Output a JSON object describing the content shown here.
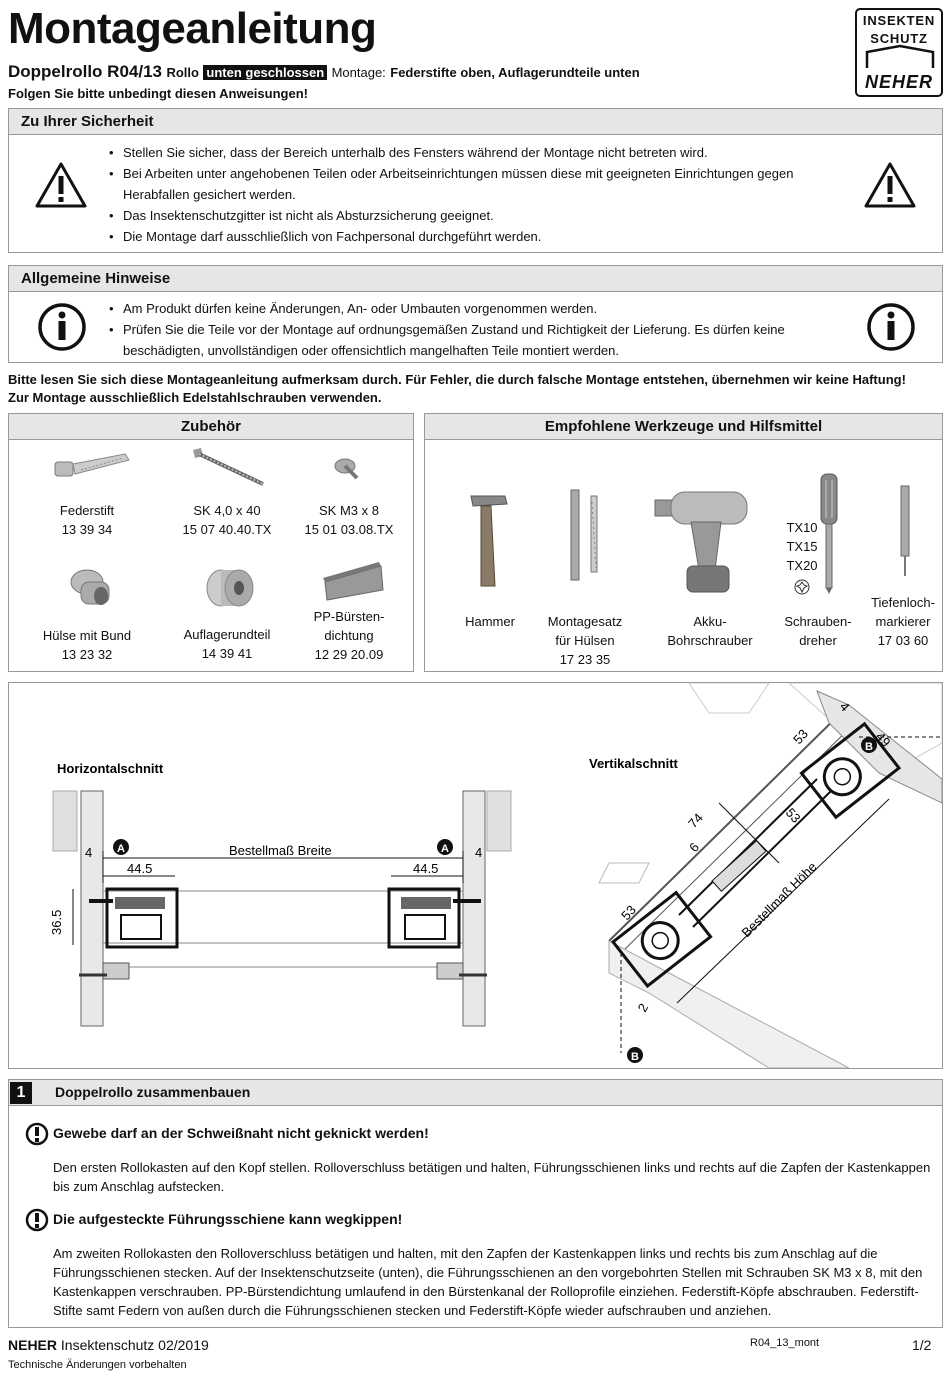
{
  "header": {
    "title": "Montageanleitung",
    "product": "Doppelrollo R04/13",
    "rollo_label": "Rollo",
    "rollo_state": "unten geschlossen",
    "montage_label": "Montage:",
    "montage_value": "Federstifte oben, Auflagerundteile unten",
    "follow": "Folgen Sie bitte unbedingt diesen Anweisungen!"
  },
  "logo": {
    "line1": "INSEKTEN",
    "line2": "SCHUTZ",
    "brand": "NEHER"
  },
  "safety": {
    "title": "Zu Ihrer Sicherheit",
    "items": [
      "Stellen Sie sicher, dass der Bereich unterhalb des Fensters während der Montage nicht betreten wird.",
      "Bei Arbeiten unter angehobenen Teilen oder Arbeitseinrichtungen müssen diese mit geeigneten Einrichtungen gegen Herabfallen gesichert werden.",
      "Das Insektenschutzgitter ist nicht als Absturzsicherung geeignet.",
      "Die Montage darf ausschließlich von Fachpersonal durchgeführt werden."
    ]
  },
  "general": {
    "title": "Allgemeine Hinweise",
    "items": [
      "Am Produkt dürfen keine Änderungen, An- oder Umbauten vorgenommen werden.",
      "Prüfen Sie die Teile vor der Montage auf ordnungsgemäßen Zustand und Richtigkeit der Lieferung. Es dürfen keine beschädigten, unvollständigen oder offensichtlich mangelhaften Teile montiert werden."
    ]
  },
  "notice": {
    "line1": "Bitte lesen Sie sich diese Montageanleitung aufmerksam durch. Für Fehler, die durch falsche Montage entstehen, übernehmen wir keine Haftung!",
    "line2": "Zur Montage ausschließlich Edelstahlschrauben verwenden."
  },
  "accessories": {
    "title": "Zubehör",
    "parts": [
      {
        "name": "Federstift",
        "code": "13 39 34",
        "icon": "spring-pin-icon"
      },
      {
        "name": "SK 4,0 x 40",
        "code": "15 07 40.40.TX",
        "icon": "screw-long-icon"
      },
      {
        "name": "SK M3 x 8",
        "code": "15 01 03.08.TX",
        "icon": "screw-short-icon"
      },
      {
        "name": "Hülse mit Bund",
        "code": "13 23 32",
        "icon": "flanged-sleeve-icon"
      },
      {
        "name": "Auflagerundteil",
        "code": "14 39 41",
        "icon": "round-support-icon"
      },
      {
        "name": "PP-Bürsten-",
        "name2": "dichtung",
        "code": "12 29 20.09",
        "icon": "brush-seal-icon"
      }
    ]
  },
  "tools": {
    "title": "Empfohlene Werkzeuge und Hilfsmittel",
    "items": [
      {
        "l1": "Hammer",
        "icon": "hammer-icon"
      },
      {
        "l1": "Montagesatz",
        "l2": "für Hülsen",
        "l3": "17 23 35",
        "icon": "sleeve-kit-icon"
      },
      {
        "l1": "Akku-",
        "l2": "Bohrschrauber",
        "icon": "cordless-drill-icon"
      },
      {
        "l1": "Schrauben-",
        "l2": "dreher",
        "icon": "screwdriver-icon"
      },
      {
        "l1": "Tiefenloch-",
        "l2": "markierer",
        "l3": "17 03 60",
        "icon": "depth-marker-icon"
      }
    ],
    "tx": [
      "TX10",
      "TX15",
      "TX20"
    ]
  },
  "drawing": {
    "horizontal_title": "Horizontalschnitt",
    "vertical_title": "Vertikalschnitt",
    "width_label": "Bestellmaß Breite",
    "height_label": "Bestellmaß Höhe",
    "dim_4": "4",
    "dim_445": "44.5",
    "dim_365": "36.5",
    "dim_53": "53",
    "dim_49": "49",
    "dim_74": "74",
    "dim_6": "6",
    "dim_2": "2",
    "marker_a": "A",
    "marker_b": "B"
  },
  "step1": {
    "number": "1",
    "title": "Doppelrollo zusammenbauen",
    "warn1": "Gewebe darf an der Schweißnaht nicht geknickt werden!",
    "para1": "Den ersten Rollokasten auf den Kopf stellen. Rolloverschluss betätigen und halten, Führungsschienen links und rechts auf die Zapfen der Kastenkappen bis zum Anschlag aufstecken.",
    "warn2": "Die aufgesteckte Führungsschiene kann wegkippen!",
    "para2": "Am zweiten Rollokasten den Rolloverschluss betätigen und halten, mit den Zapfen der Kastenkappen links und rechts bis zum Anschlag auf die Führungsschienen stecken. Auf der Insektenschutzseite (unten), die Führungsschienen an den vorgebohrten Stellen mit Schrauben SK M3 x 8, mit den Kastenkappen verschrauben. PP-Bürstendichtung umlaufend in den Bürstenkanal der Rolloprofile einziehen. Federstift-Köpfe abschrauben. Federstift-Stifte samt Federn von außen durch die Führungsschienen stecken und Federstift-Köpfe wieder aufschrauben und anziehen."
  },
  "footer": {
    "brand": "NEHER",
    "brand_rest": "Insektenschutz 02/2019",
    "doc_code": "R04_13_mont",
    "page": "1/2",
    "disclaimer": "Technische Änderungen vorbehalten"
  }
}
